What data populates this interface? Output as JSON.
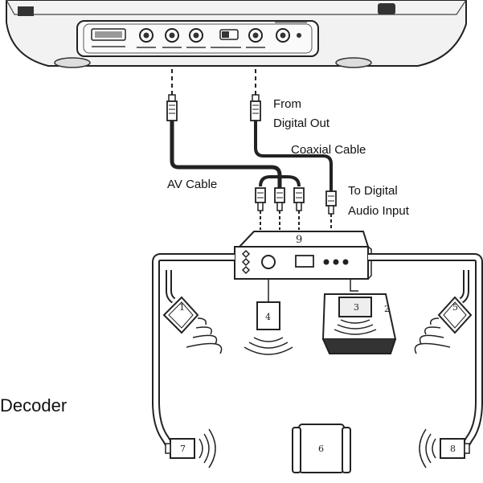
{
  "labels": {
    "from_digital_out_1": "From",
    "from_digital_out_2": "Digital Out",
    "coaxial_cable": "Coaxial Cable",
    "av_cable": "AV Cable",
    "to_digital_audio_1": "To Digital",
    "to_digital_audio_2": "Audio Input",
    "decoder": "Decoder"
  },
  "numbers": {
    "amplifier": "9",
    "speaker_front_left": "1",
    "subwoofer_box": "4",
    "tv_screen": "3",
    "tv_stand": "2",
    "speaker_front_right": "5",
    "speaker_rear_left": "7",
    "chair": "6",
    "speaker_rear_right": "8"
  }
}
